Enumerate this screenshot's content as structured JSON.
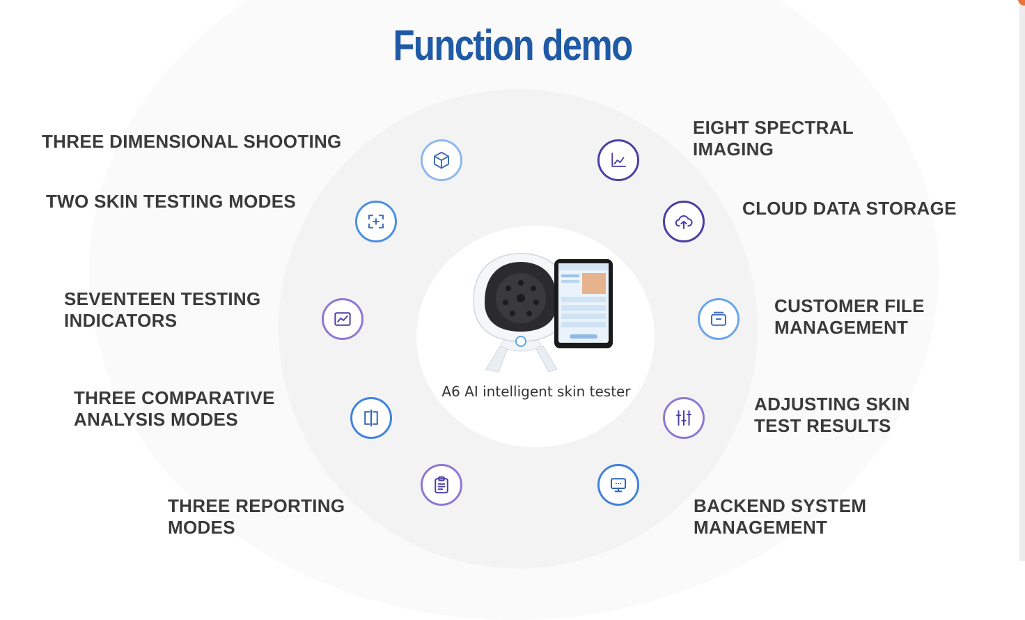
{
  "title": "Function demo",
  "product_caption": "A6  AI intelligent skin tester",
  "features": {
    "three_dimensional_shooting": "THREE DIMENSIONAL SHOOTING",
    "two_skin_testing_modes": "TWO SKIN TESTING MODES",
    "seventeen_testing_indicators": [
      "SEVENTEEN TESTING",
      "INDICATORS"
    ],
    "three_comparative_analysis_modes": [
      "THREE COMPARATIVE",
      "ANALYSIS MODES"
    ],
    "three_reporting_modes": [
      "THREE REPORTING",
      "MODES"
    ],
    "eight_spectral_imaging": [
      "EIGHT SPECTRAL",
      "IMAGING"
    ],
    "cloud_data_storage": "CLOUD DATA  STORAGE",
    "customer_file_management": [
      "CUSTOMER FILE",
      "MANAGEMENT"
    ],
    "adjusting_skin_test_results": [
      "ADJUSTING SKIN",
      "TEST RESULTS"
    ],
    "backend_system_management": [
      "BACKEND SYSTEM",
      "MANAGEMENT"
    ]
  },
  "icons": {
    "left": [
      "cube-icon",
      "scan-plus-icon",
      "trend-chart-icon",
      "compare-split-icon",
      "clipboard-icon"
    ],
    "right": [
      "line-graph-icon",
      "cloud-upload-icon",
      "folder-box-icon",
      "sliders-icon",
      "monitor-icon"
    ]
  },
  "colors": {
    "title": "#1f5aa6",
    "label": "#3a3a3a",
    "icon_light_blue": "#6aa6ea",
    "icon_blue": "#3f82e0",
    "icon_purple": "#7a5fc8",
    "icon_deep_purple": "#4a3fa6"
  }
}
